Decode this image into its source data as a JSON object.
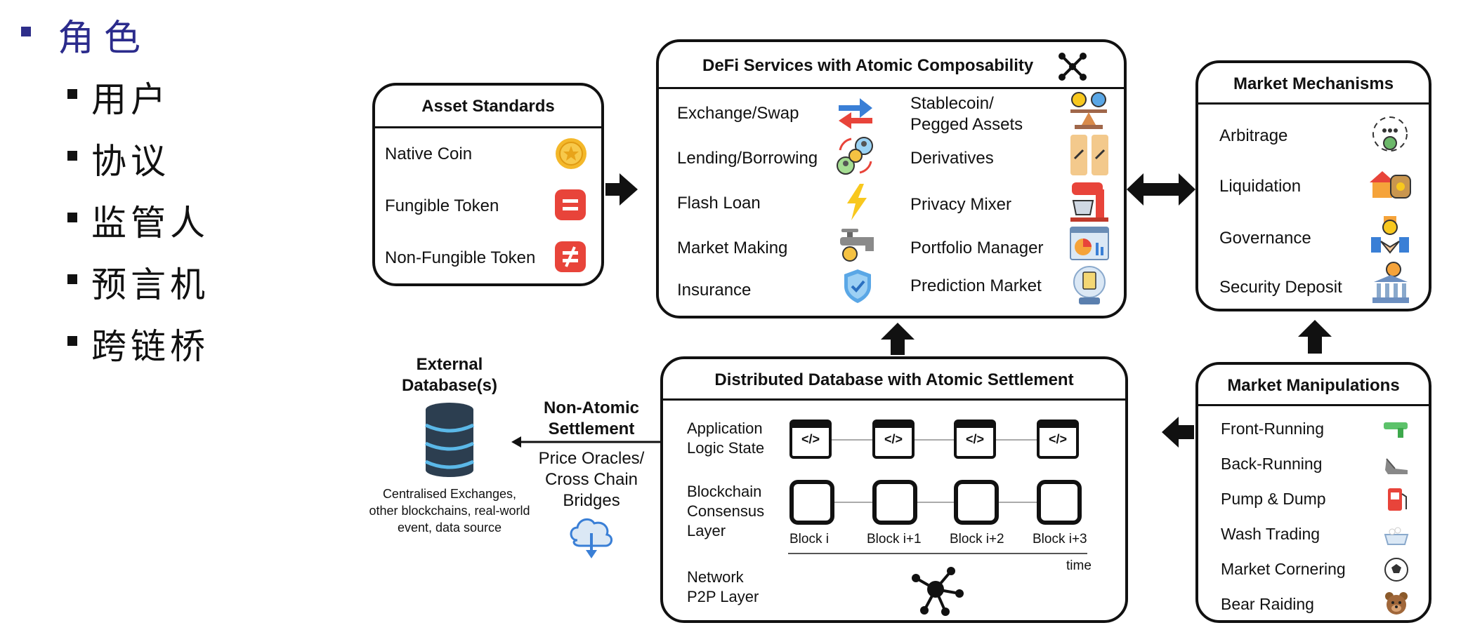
{
  "outline": {
    "heading": "角色",
    "items": [
      "用户",
      "协议",
      "监管人",
      "预言机",
      "跨链桥"
    ]
  },
  "asset_standards": {
    "title": "Asset Standards",
    "items": [
      "Native Coin",
      "Fungible Token",
      "Non-Fungible Token"
    ]
  },
  "defi_services": {
    "title": "DeFi Services with Atomic Composability",
    "left": [
      "Exchange/Swap",
      "Lending/Borrowing",
      "Flash Loan",
      "Market Making",
      "Insurance"
    ],
    "right_stablecoin_1": "Stablecoin/",
    "right_stablecoin_2": "Pegged Assets",
    "right": [
      "Derivatives",
      "Privacy Mixer",
      "Portfolio Manager",
      "Prediction Market"
    ]
  },
  "market_mechanisms": {
    "title": "Market Mechanisms",
    "items": [
      "Arbitrage",
      "Liquidation",
      "Governance",
      "Security Deposit"
    ]
  },
  "external_db": {
    "title_1": "External",
    "title_2": "Database(s)",
    "desc_1": "Centralised Exchanges,",
    "desc_2": "other blockchains, real-world",
    "desc_3": "event, data source"
  },
  "non_atomic": {
    "title_1": "Non-Atomic",
    "title_2": "Settlement",
    "sub_1": "Price Oracles/",
    "sub_2": "Cross Chain",
    "sub_3": "Bridges"
  },
  "distributed_db": {
    "title": "Distributed Database with Atomic Settlement",
    "app_1": "Application",
    "app_2": "Logic State",
    "bc_1": "Blockchain",
    "bc_2": "Consensus",
    "bc_3": "Layer",
    "net_1": "Network",
    "net_2": "P2P Layer",
    "code_glyph": "</>",
    "blocks": [
      "Block i",
      "Block i+1",
      "Block i+2",
      "Block i+3"
    ],
    "time_label": "time"
  },
  "market_manipulations": {
    "title": "Market Manipulations",
    "items": [
      "Front-Running",
      "Back-Running",
      "Pump & Dump",
      "Wash Trading",
      "Market Cornering",
      "Bear Raiding"
    ]
  },
  "icons": {
    "native_coin": "coin-icon",
    "fungible": "equals-icon",
    "nft": "not-equal-icon"
  },
  "colors": {
    "outline_heading": "#2b2b8c",
    "coin": "#f4b82a",
    "token_red": "#e8443a",
    "flash": "#f8c81e",
    "shield": "#5aa7e6"
  }
}
